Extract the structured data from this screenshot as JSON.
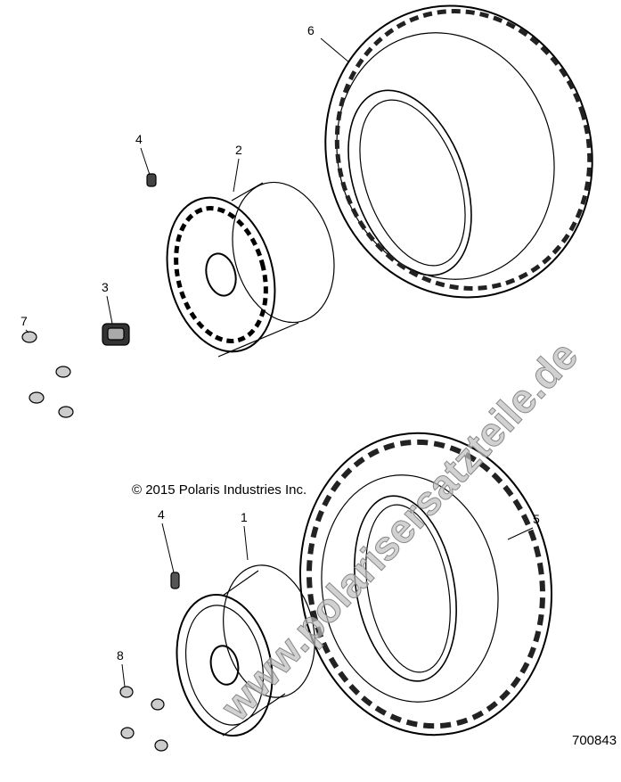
{
  "callouts": [
    "1",
    "2",
    "3",
    "4",
    "4",
    "5",
    "6",
    "7",
    "8"
  ],
  "copyright": "© 2015 Polaris Industries Inc.",
  "diagram_number": "700843",
  "watermark": "www.polarisersatzteile.de"
}
